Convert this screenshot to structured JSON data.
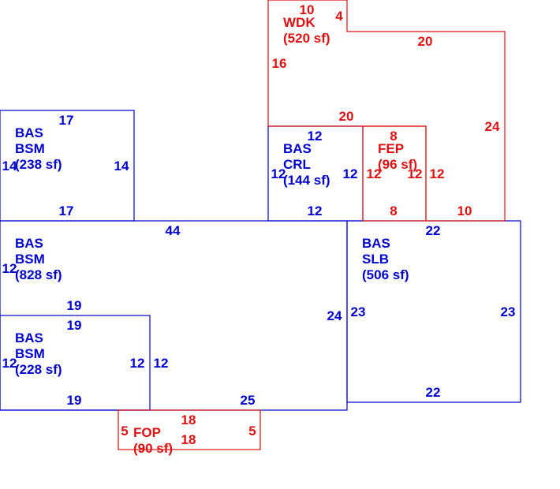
{
  "colors": {
    "blue": "#0000cc",
    "red": "#dd1111"
  },
  "areas": {
    "bsm_top": {
      "line1": "BAS",
      "line2": "BSM",
      "line3": "(238 sf)",
      "color": "blue"
    },
    "bsm_main": {
      "line1": "BAS",
      "line2": "BSM",
      "line3": "(828 sf)",
      "color": "blue"
    },
    "bsm_lower": {
      "line1": "BAS",
      "line2": "BSM",
      "line3": "(228 sf)",
      "color": "blue"
    },
    "crl": {
      "line1": "BAS",
      "line2": "CRL",
      "line3": "(144 sf)",
      "color": "blue"
    },
    "slb": {
      "line1": "BAS",
      "line2": "SLB",
      "line3": "(506 sf)",
      "color": "blue"
    },
    "fep": {
      "line1": "FEP",
      "line2": "(96 sf)",
      "color": "red"
    },
    "wdk": {
      "line1": "WDK",
      "line2": "(520 sf)",
      "color": "red"
    },
    "fop": {
      "line1": "FOP",
      "line2": "(90 sf)",
      "color": "red"
    }
  },
  "dims": {
    "bsm_top_top": "17",
    "bsm_top_left": "14",
    "bsm_top_right": "14",
    "bsm_top_bottom": "17",
    "bsm_main_top": "44",
    "bsm_main_left": "12",
    "bsm_main_right": "24",
    "bsm_main_inner": "19",
    "bsm_main_bottom": "25",
    "bsm_lower_top": "19",
    "bsm_lower_left": "12",
    "bsm_lower_right_in": "12",
    "bsm_lower_right_out": "12",
    "bsm_lower_bottom": "19",
    "crl_top": "12",
    "crl_left": "12",
    "crl_right": "12",
    "crl_bottom": "12",
    "slb_top": "22",
    "slb_left": "23",
    "slb_right": "23",
    "slb_bottom": "22",
    "fep_top": "8",
    "fep_left": "12",
    "fep_right_in": "12",
    "fep_right_out": "12",
    "fep_bottom": "8",
    "wdk_top": "10",
    "wdk_notch": "4",
    "wdk_step": "20",
    "wdk_left": "16",
    "wdk_inner_top": "20",
    "wdk_right": "24",
    "wdk_bottom": "10",
    "fop_top": "18",
    "fop_left": "5",
    "fop_right": "5",
    "fop_bottom": "18"
  }
}
